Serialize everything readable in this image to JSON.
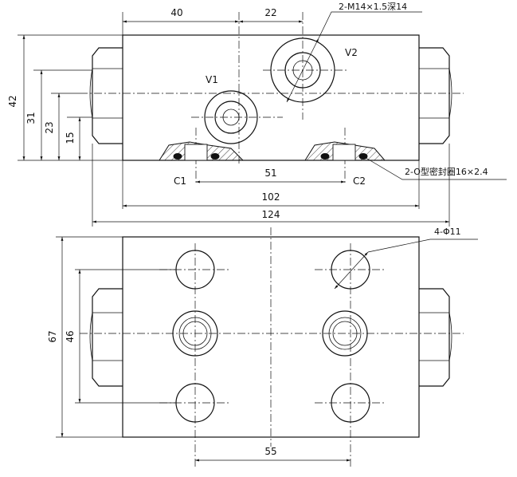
{
  "dimensions": {
    "front": {
      "d40": "40",
      "d22": "22",
      "d42": "42",
      "d31": "31",
      "d23": "23",
      "d15": "15",
      "d51": "51",
      "d102": "102",
      "d124": "124"
    },
    "top": {
      "d67": "67",
      "d46": "46",
      "d55": "55"
    }
  },
  "ports": {
    "v1": "V1",
    "v2": "V2",
    "c1": "C1",
    "c2": "C2"
  },
  "callouts": {
    "thread": "2-M14×1.5深14",
    "oring": "2-O型密封圈16×2.4",
    "holes": "4-Φ11"
  }
}
